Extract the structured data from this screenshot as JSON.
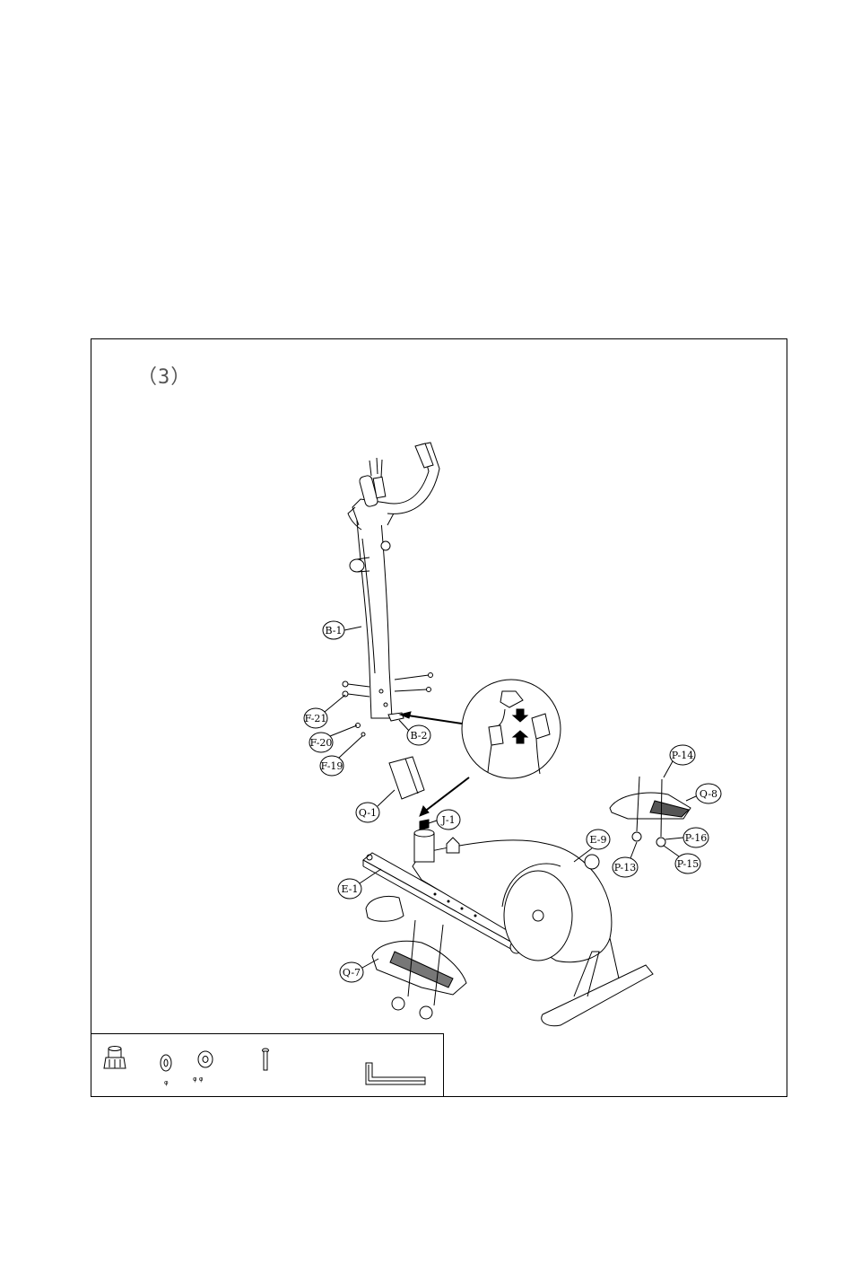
{
  "step_label": "（3）",
  "parts": [
    {
      "id": "B-1"
    },
    {
      "id": "F-21"
    },
    {
      "id": "F-20"
    },
    {
      "id": "F-19"
    },
    {
      "id": "B-2"
    },
    {
      "id": "Q-1"
    },
    {
      "id": "J-1"
    },
    {
      "id": "E-9"
    },
    {
      "id": "E-1"
    },
    {
      "id": "Q-7"
    },
    {
      "id": "P-14"
    },
    {
      "id": "Q-8"
    },
    {
      "id": "P-16"
    },
    {
      "id": "P-13"
    },
    {
      "id": "P-15"
    }
  ],
  "hardware": [
    {
      "icon": "knob-nut-icon"
    },
    {
      "icon": "spring-washer-icon",
      "label": "φ"
    },
    {
      "icon": "flat-washer-icon",
      "label": "φ φ"
    },
    {
      "icon": "screw-icon"
    },
    {
      "icon": "allen-wrench-icon"
    }
  ]
}
